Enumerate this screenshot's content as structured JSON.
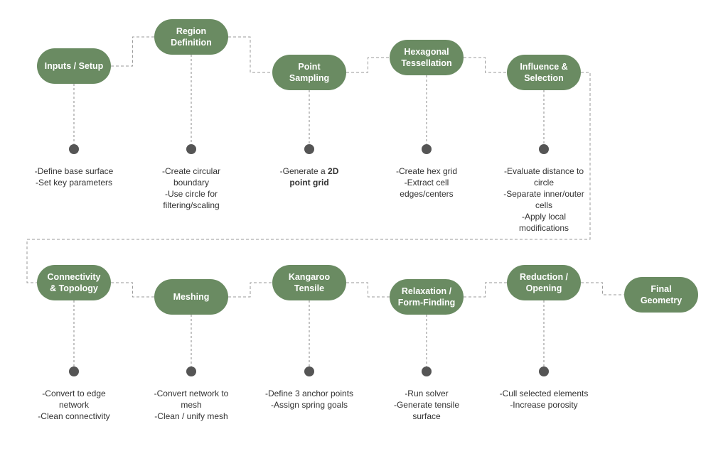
{
  "colors": {
    "node_fill": "#6a8b62",
    "node_text": "#ffffff",
    "dot": "#555555",
    "dash_line": "#9a9a9a",
    "vertical_dash": "#8a8a8a",
    "note_text": "#333333"
  },
  "steps": [
    {
      "title": "Inputs / Setup",
      "notes": [
        [
          "-Define base surface"
        ],
        [
          "-Set key parameters"
        ]
      ]
    },
    {
      "title": "Region\nDefinition",
      "notes": [
        [
          "-Create circular"
        ],
        [
          "boundary"
        ],
        [
          "-Use circle for"
        ],
        [
          "filtering/scaling"
        ]
      ]
    },
    {
      "title": "Point\nSampling",
      "notes": [
        [
          "-Generate a ",
          "2D"
        ],
        [
          "",
          "point grid"
        ]
      ]
    },
    {
      "title": "Hexagonal\nTessellation",
      "notes": [
        [
          "-Create hex grid"
        ],
        [
          "-Extract cell"
        ],
        [
          "edges/centers"
        ]
      ]
    },
    {
      "title": "Influence &\nSelection",
      "notes": [
        [
          "-Evaluate distance to"
        ],
        [
          "circle"
        ],
        [
          "-Separate inner/outer"
        ],
        [
          "cells"
        ],
        [
          "-Apply local"
        ],
        [
          "modifications"
        ]
      ]
    },
    {
      "title": "Connectivity\n& Topology",
      "notes": [
        [
          "-Convert to edge"
        ],
        [
          "network"
        ],
        [
          "-Clean connectivity"
        ]
      ]
    },
    {
      "title": "Meshing",
      "notes": [
        [
          "-Convert network to"
        ],
        [
          "mesh"
        ],
        [
          "-Clean / unify mesh"
        ]
      ]
    },
    {
      "title": "Kangaroo\nTensile",
      "notes": [
        [
          "-Define 3 anchor points"
        ],
        [
          "-Assign spring goals"
        ]
      ]
    },
    {
      "title": "Relaxation /\nForm-Finding",
      "notes": [
        [
          "-Run solver"
        ],
        [
          "-Generate tensile"
        ],
        [
          "surface"
        ]
      ]
    },
    {
      "title": "Reduction /\nOpening",
      "notes": [
        [
          "-Cull selected elements"
        ],
        [
          "-Increase porosity"
        ]
      ]
    },
    {
      "title": "Final\nGeometry",
      "notes": []
    }
  ]
}
